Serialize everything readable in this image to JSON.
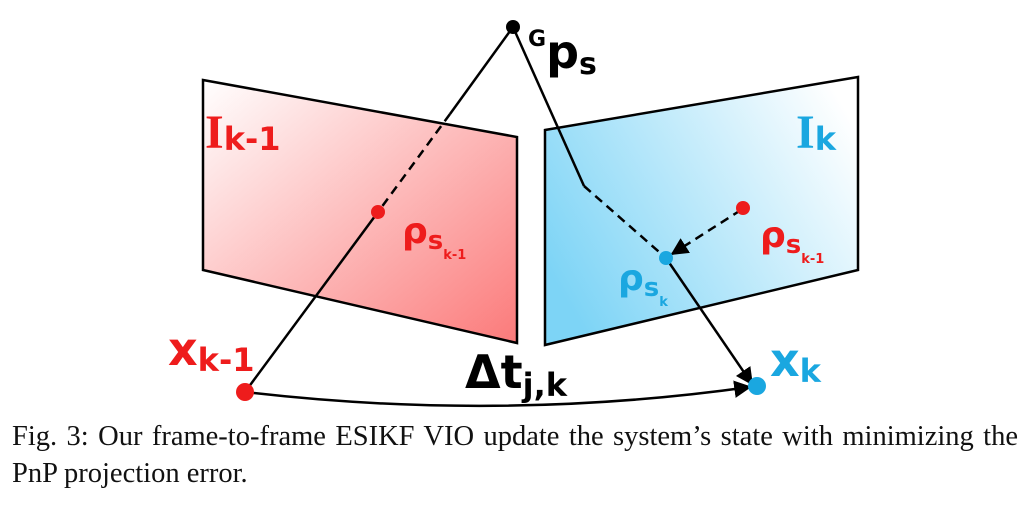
{
  "figure": {
    "global_point": {
      "main": "p",
      "sup": "G",
      "sub": "s"
    },
    "frame_prev": {
      "main": "I",
      "sub": "k-1"
    },
    "frame_curr": {
      "main": "I",
      "sub": "k"
    },
    "proj_prev_left": {
      "main": "ρ",
      "sub": "s",
      "subsub": "k-1"
    },
    "proj_prev_right": {
      "main": "ρ",
      "sub": "s",
      "subsub": "k-1"
    },
    "proj_curr": {
      "main": "ρ",
      "sub": "s",
      "subsub": "k"
    },
    "state_prev": {
      "main": "x",
      "sub": "k-1"
    },
    "state_curr": {
      "main": "x",
      "sub": "k"
    },
    "delta_t": {
      "main": "Δt",
      "sub": "j,k"
    },
    "colors": {
      "red": "#ee1c1c",
      "blue": "#1aa7e0",
      "black": "#000000"
    }
  },
  "caption": "Fig. 3: Our frame-to-frame ESIKF VIO update the system’s state with minimizing the PnP projection error."
}
